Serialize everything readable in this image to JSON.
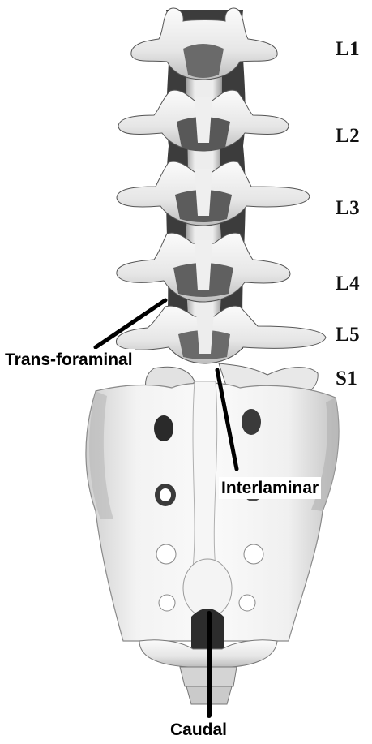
{
  "levels": {
    "l1": "L1",
    "l2": "L2",
    "l3": "L3",
    "l4": "L4",
    "l5": "L5",
    "s1": "S1"
  },
  "callouts": {
    "transforaminal": "Trans-foraminal",
    "interlaminar": "Interlaminar",
    "caudal": "Caudal"
  },
  "colors": {
    "bone_light": "#f2f2f2",
    "bone_mid": "#c8c8c8",
    "bone_shadow": "#4a4a4a",
    "pointer": "#000000"
  }
}
